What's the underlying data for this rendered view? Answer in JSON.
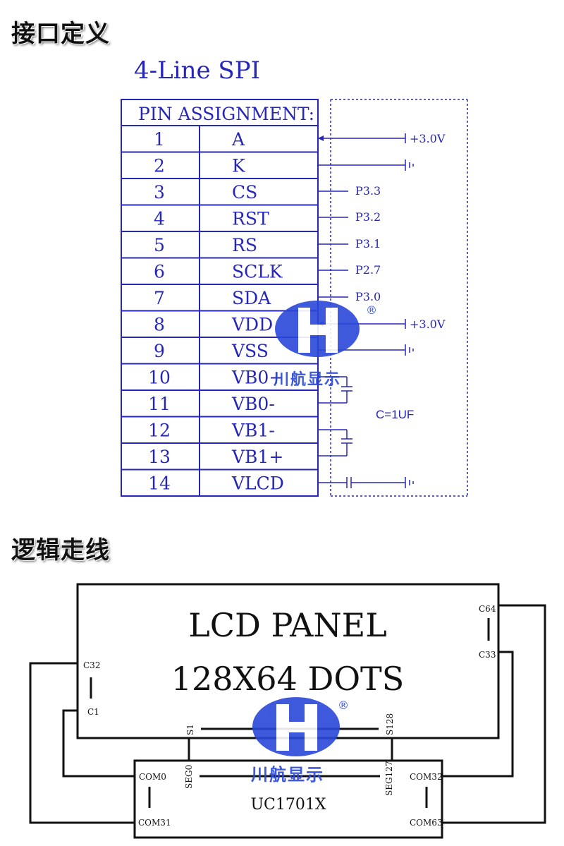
{
  "headings": {
    "interface": "接口定义",
    "logic": "逻辑走线"
  },
  "spi": {
    "title": "4-Line SPI",
    "table_header": "PIN ASSIGNMENT:",
    "pins": [
      {
        "num": "1",
        "name": "A"
      },
      {
        "num": "2",
        "name": "K"
      },
      {
        "num": "3",
        "name": "CS"
      },
      {
        "num": "4",
        "name": "RST"
      },
      {
        "num": "5",
        "name": "RS"
      },
      {
        "num": "6",
        "name": "SCLK"
      },
      {
        "num": "7",
        "name": "SDA"
      },
      {
        "num": "8",
        "name": "VDD"
      },
      {
        "num": "9",
        "name": "VSS"
      },
      {
        "num": "10",
        "name": "VB0+"
      },
      {
        "num": "11",
        "name": "VB0-"
      },
      {
        "num": "12",
        "name": "VB1-"
      },
      {
        "num": "13",
        "name": "VB1+"
      },
      {
        "num": "14",
        "name": "VLCD"
      }
    ],
    "labels": {
      "v1": "+3.0V",
      "p33": "P3.3",
      "p32": "P3.2",
      "p31": "P3.1",
      "p27": "P2.7",
      "p30": "P3.0",
      "v8": "+3.0V",
      "cap": "C=1UF"
    }
  },
  "watermark": {
    "text": "川航显示",
    "reg": "®"
  },
  "logic": {
    "panel_line1": "LCD PANEL",
    "panel_line2": "128X64 DOTS",
    "c64": "C64",
    "c33": "C33",
    "c32": "C32",
    "c1": "C1",
    "s1": "S1",
    "s128": "S128",
    "seg0": "SEG0",
    "seg127": "SEG127",
    "com0": "COM0",
    "com31": "COM31",
    "com32": "COM32",
    "com63": "COM63",
    "ic": "UC1701X"
  },
  "colors": {
    "schematic": "#2626b8",
    "logo": "#2a48d8",
    "line": "#111111"
  }
}
